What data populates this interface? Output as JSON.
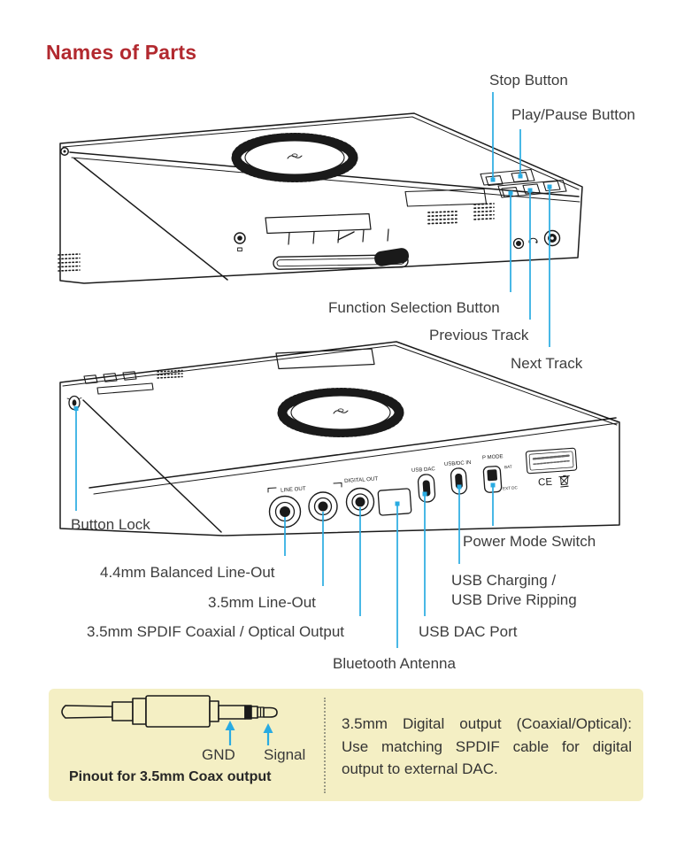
{
  "page": {
    "title": "Names of Parts",
    "colors": {
      "title_red": "#B2292F",
      "callout_blue": "#29ABE2",
      "label_text": "#3D3D3D",
      "note_background": "#F4EFC4",
      "line_art": "#1A1A1A"
    }
  },
  "top_device": {
    "labels": {
      "stop": "Stop Button",
      "play_pause": "Play/Pause Button",
      "function_select": "Function Selection Button",
      "previous": "Previous Track",
      "next": "Next Track"
    }
  },
  "bottom_device": {
    "panel_markings": {
      "line_out": "LINE OUT",
      "digital_out": "DIGITAL OUT",
      "usb_dac": "USB DAC",
      "usb_dc_in": "USB/DC IN",
      "p_mode": "P MODE",
      "bat": "BAT",
      "ext_dc": "EXT DC",
      "ce": "CE"
    },
    "labels": {
      "button_lock": "Button Lock",
      "balanced_out": "4.4mm Balanced Line-Out",
      "line_out_35": "3.5mm Line-Out",
      "spdif": "3.5mm SPDIF Coaxial / Optical Output",
      "bt_antenna": "Bluetooth Antenna",
      "usb_dac_port": "USB DAC Port",
      "usb_charging_line1": "USB Charging /",
      "usb_charging_line2": "USB Drive Ripping",
      "power_mode": "Power Mode Switch"
    }
  },
  "note": {
    "gnd": "GND",
    "signal": "Signal",
    "caption": "Pinout for 3.5mm Coax output",
    "desc_line1": "3.5mm Digital output (Coaxial/Optical):",
    "desc_line2": "Use matching SPDIF cable for digital",
    "desc_line3": "output to external DAC."
  }
}
